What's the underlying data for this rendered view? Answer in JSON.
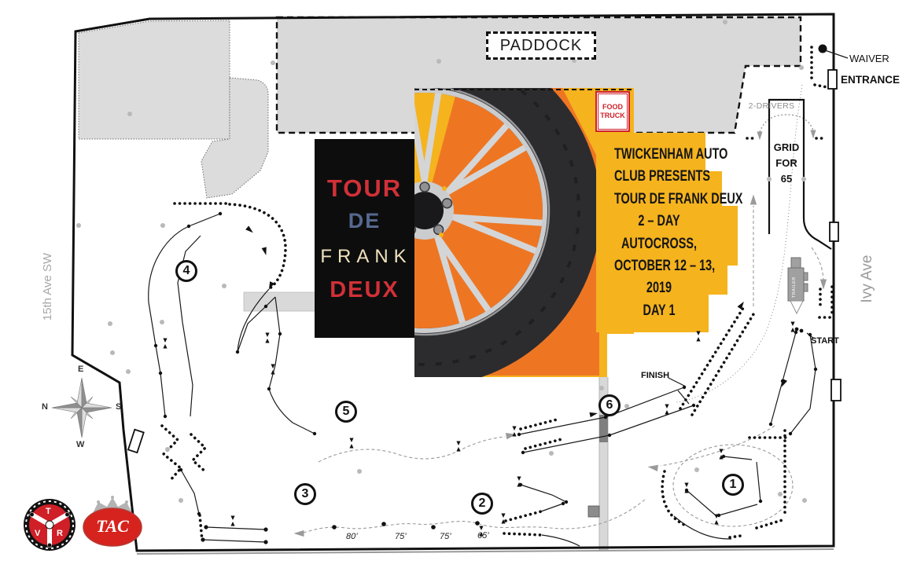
{
  "map": {
    "paddock_label": "PADDOCK",
    "food_truck": {
      "line1": "FOOD",
      "line2": "TRUCK"
    },
    "grid": {
      "line1": "GRID",
      "line2": "FOR",
      "line3": "65"
    },
    "two_drivers_label": "2-DRIVERS",
    "waiver_label": "WAIVER",
    "entrance_label": "ENTRANCE",
    "start_label": "START",
    "finish_label": "FINISH",
    "trailer_label": "TRAILER",
    "streets": {
      "west": "15th Ave SW",
      "east": "Ivy Ave"
    },
    "compass": {
      "top": "E",
      "left": "N",
      "right": "S",
      "bottom": "W"
    },
    "sections": {
      "s1": "1",
      "s2": "2",
      "s3": "3",
      "s4": "4",
      "s5": "5",
      "s6": "6"
    },
    "distances": {
      "d1": "80’",
      "d2": "75’",
      "d3": "75’",
      "d4": "65’"
    }
  },
  "poster": {
    "black_panel": {
      "word1": "TOUR",
      "word2": "DE",
      "word3": "FRANK",
      "word4": "DEUX"
    },
    "banner": {
      "line1": "TWICKENHAM AUTO",
      "line2": "CLUB PRESENTS",
      "line3": "TOUR DE FRANK DEUX",
      "line4": "2 – DAY",
      "line5": "AUTOCROSS,",
      "line6": "OCTOBER 12 – 13,",
      "line7": "2019",
      "line8": "DAY 1"
    }
  },
  "logos": {
    "tvr": {
      "t": "T",
      "v": "V",
      "r": "R"
    },
    "tac": {
      "text": "TAC"
    }
  },
  "colors": {
    "banner_yellow": "#f5b31e",
    "poster_orange": "#ee7623",
    "accent_red": "#ce2029",
    "tour_red": "#d13038",
    "de_blue": "#55688f",
    "frank_cream": "#f0e2bd",
    "area_gray": "#d9d9d9",
    "road_gray": "#d8d8d8"
  }
}
